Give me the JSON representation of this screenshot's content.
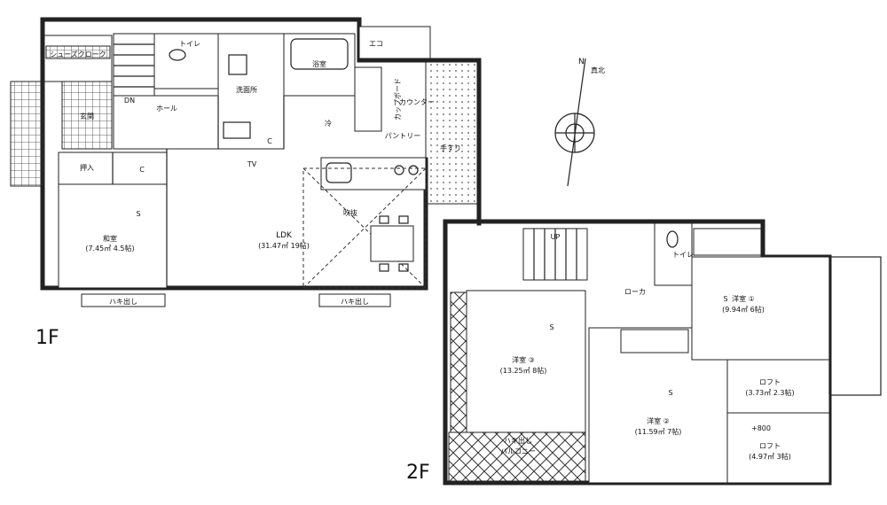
{
  "floors": {
    "first": {
      "label": "1F",
      "rooms": {
        "ldk": {
          "name": "LDK",
          "area": "(31.47㎡ 19帖)"
        },
        "washitsu": {
          "name": "和室",
          "area": "(7.45㎡ 4.5帖)"
        },
        "hall": "ホール",
        "entrance": "玄関",
        "toilet": "トイレ",
        "senmenjo": "洗面所",
        "bath": "浴室",
        "fukinuke": "吹抜",
        "counter": "カウンター",
        "cupboard": "カップボード",
        "pantry": "パントリー",
        "shelf": "手すり",
        "closet": "押入",
        "shoes_cloak": "シューズクローク",
        "eco": "エコ",
        "tv": "TV",
        "c1": "C",
        "c2": "C",
        "s_mark": "S",
        "dn": "DN",
        "hakidashi_1": "ハキ出し",
        "hakidashi_2": "ハキ出し",
        "reizo": "冷"
      }
    },
    "second": {
      "label": "2F",
      "rooms": {
        "youshitsu1": {
          "name": "洋室 ①",
          "area": "(9.94㎡ 6帖)"
        },
        "youshitsu2": {
          "name": "洋室 ②",
          "area": "(11.59㎡ 7帖)"
        },
        "youshitsu3": {
          "name": "洋室 ③",
          "area": "(13.25㎡ 8帖)"
        },
        "loft1": {
          "name": "ロフト",
          "area": "(3.73㎡ 2.3帖)"
        },
        "loft2": {
          "name": "ロフト",
          "area": "(4.97㎡ 3帖)"
        },
        "roka": "ローカ",
        "toilet": "トイレ",
        "balcony": "バルコニー",
        "hakidashi": "ハキ出し",
        "study": "UP",
        "s1": "S",
        "s2": "S",
        "s3": "S",
        "plus800": "+800"
      }
    }
  },
  "compass": {
    "north": "N",
    "true_north": "真北"
  }
}
